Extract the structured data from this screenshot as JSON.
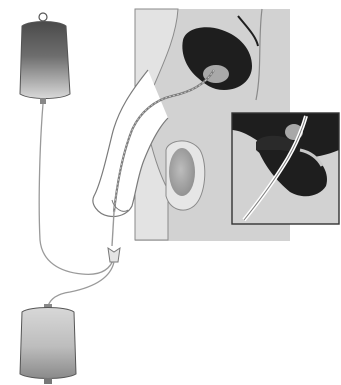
{
  "figure": {
    "colors": {
      "background": "#ffffff",
      "anatomy_panel": "#d2d2d2",
      "bladder_dark": "#1e1e1e",
      "body_outline": "#7a7a7a",
      "tubing": "#9a9a9a",
      "catheter": "#7c7c7c",
      "testis": "#a8a8a8",
      "bag_top": "#4a4a4a",
      "bag_bottom": "#d6d6d6"
    },
    "components": [
      "upper-irrigation-bag",
      "lower-drainage-bag",
      "anatomy-panel",
      "bladder",
      "urethral-catheter",
      "tubing-y-connector",
      "magnified-inset"
    ]
  }
}
